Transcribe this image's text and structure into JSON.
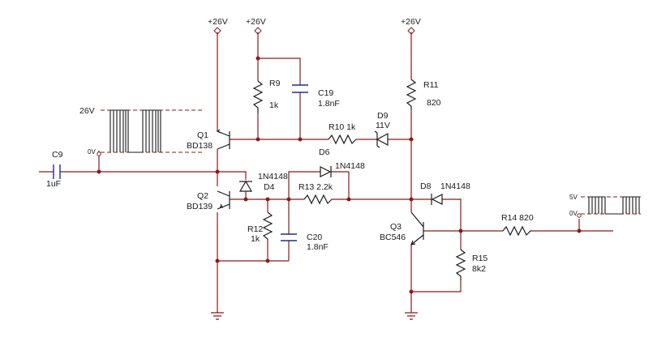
{
  "supplies": {
    "v1": "+26V",
    "v2": "+26V",
    "v3": "+26V"
  },
  "components": {
    "c9": {
      "ref": "C9",
      "value": "1uF"
    },
    "q1": {
      "ref": "Q1",
      "value": "BD138"
    },
    "q2": {
      "ref": "Q2",
      "value": "BD139"
    },
    "r9": {
      "ref": "R9",
      "value": "1k"
    },
    "c19": {
      "ref": "C19",
      "value": "1.8nF"
    },
    "r10": {
      "label": "R10 1k"
    },
    "d9": {
      "ref": "D9",
      "value": "11V"
    },
    "r11": {
      "ref": "R11",
      "value": "820"
    },
    "d4": {
      "value": "1N4148",
      "ref": "D4"
    },
    "d6": {
      "ref": "D6",
      "value": "1N4148"
    },
    "r13": {
      "label": "R13 2.2k"
    },
    "d8": {
      "ref": "D8",
      "value": "1N4148"
    },
    "r12": {
      "ref": "R12",
      "value": "1k"
    },
    "c20": {
      "ref": "C20",
      "value": "1.8nF"
    },
    "q3": {
      "ref": "Q3",
      "value": "BC546"
    },
    "r14": {
      "label": "R14 820"
    },
    "r15": {
      "ref": "R15",
      "value": "8k2"
    }
  },
  "waveforms": {
    "input": {
      "high": "26V",
      "low": "0V"
    },
    "output": {
      "high": "5V",
      "low": "0V"
    }
  },
  "colors": {
    "wire": "#8b1a1a",
    "component": "#1a1a1a",
    "capacitor": "#1f2e8a"
  }
}
